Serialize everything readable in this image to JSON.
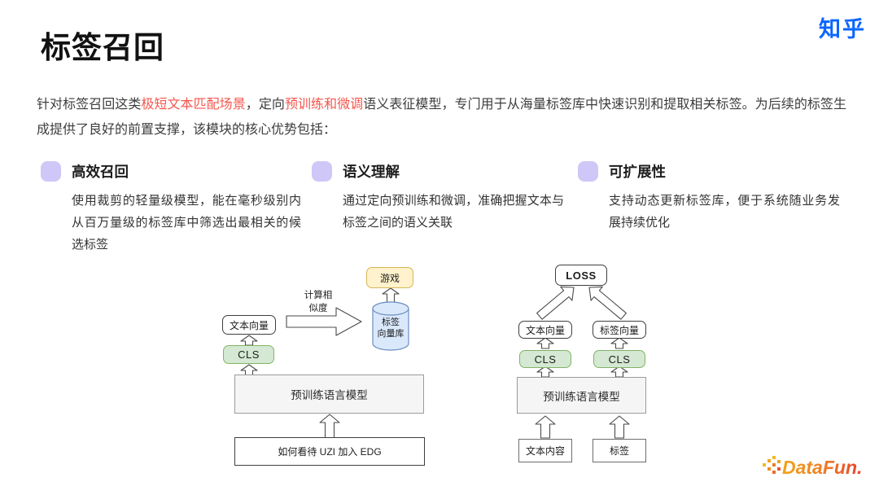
{
  "page": {
    "title": "标签召回"
  },
  "header": {
    "zhihu_logo": "知乎"
  },
  "intro": {
    "segments": [
      {
        "text": "针对标签召回这类"
      },
      {
        "text": "极短文本匹配场景",
        "red": true
      },
      {
        "text": "，定向"
      },
      {
        "text": "预训练和微调",
        "red": true
      },
      {
        "text": "语义表征模型，专门用于从海量标签库中快速识别和提取相关标签。为后续的标签生成提供了良好的前置支撑，该模块的核心优势包括："
      }
    ]
  },
  "features": [
    {
      "title": "高效召回",
      "desc": "使用裁剪的轻量级模型，能在毫秒级别内从百万量级的标签库中筛选出最相关的候选标签"
    },
    {
      "title": "语义理解",
      "desc": "通过定向预训练和微调，准确把握文本与标签之间的语义关联"
    },
    {
      "title": "可扩展性",
      "desc": "支持动态更新标签库，便于系统随业务发展持续优化"
    }
  ],
  "diagram_left": {
    "text_vector": "文本向量",
    "cls": "CLS",
    "plm": "预训练语言模型",
    "input": "如何看待 UZI 加入 EDG",
    "similarity_line1": "计算相",
    "similarity_line2": "似度",
    "game_tag": "游戏",
    "tag_store_line1": "标签",
    "tag_store_line2": "向量库"
  },
  "diagram_right": {
    "loss": "LOSS",
    "text_vector": "文本向量",
    "tag_vector": "标签向量",
    "cls_left": "CLS",
    "cls_right": "CLS",
    "plm": "预训练语言模型",
    "text_input": "文本内容",
    "tag_input": "标签"
  },
  "footer": {
    "datafun_logo": "DataFun."
  },
  "colors": {
    "red_highlight": "#f4564d",
    "zhihu_blue": "#0b66ff",
    "feature_icon_purple": "#cfc7f7",
    "cls_green_fill": "#d5e8d4",
    "cls_green_border": "#82b366",
    "tag_yellow_fill": "#fff2cc",
    "tag_yellow_border": "#d6b656",
    "store_blue_fill": "#dae8fc",
    "store_blue_border": "#6c8ebf",
    "plm_gray_fill": "#f5f5f5",
    "datafun_gradient_start": "#f2a41d",
    "datafun_gradient_end": "#e8402e"
  }
}
